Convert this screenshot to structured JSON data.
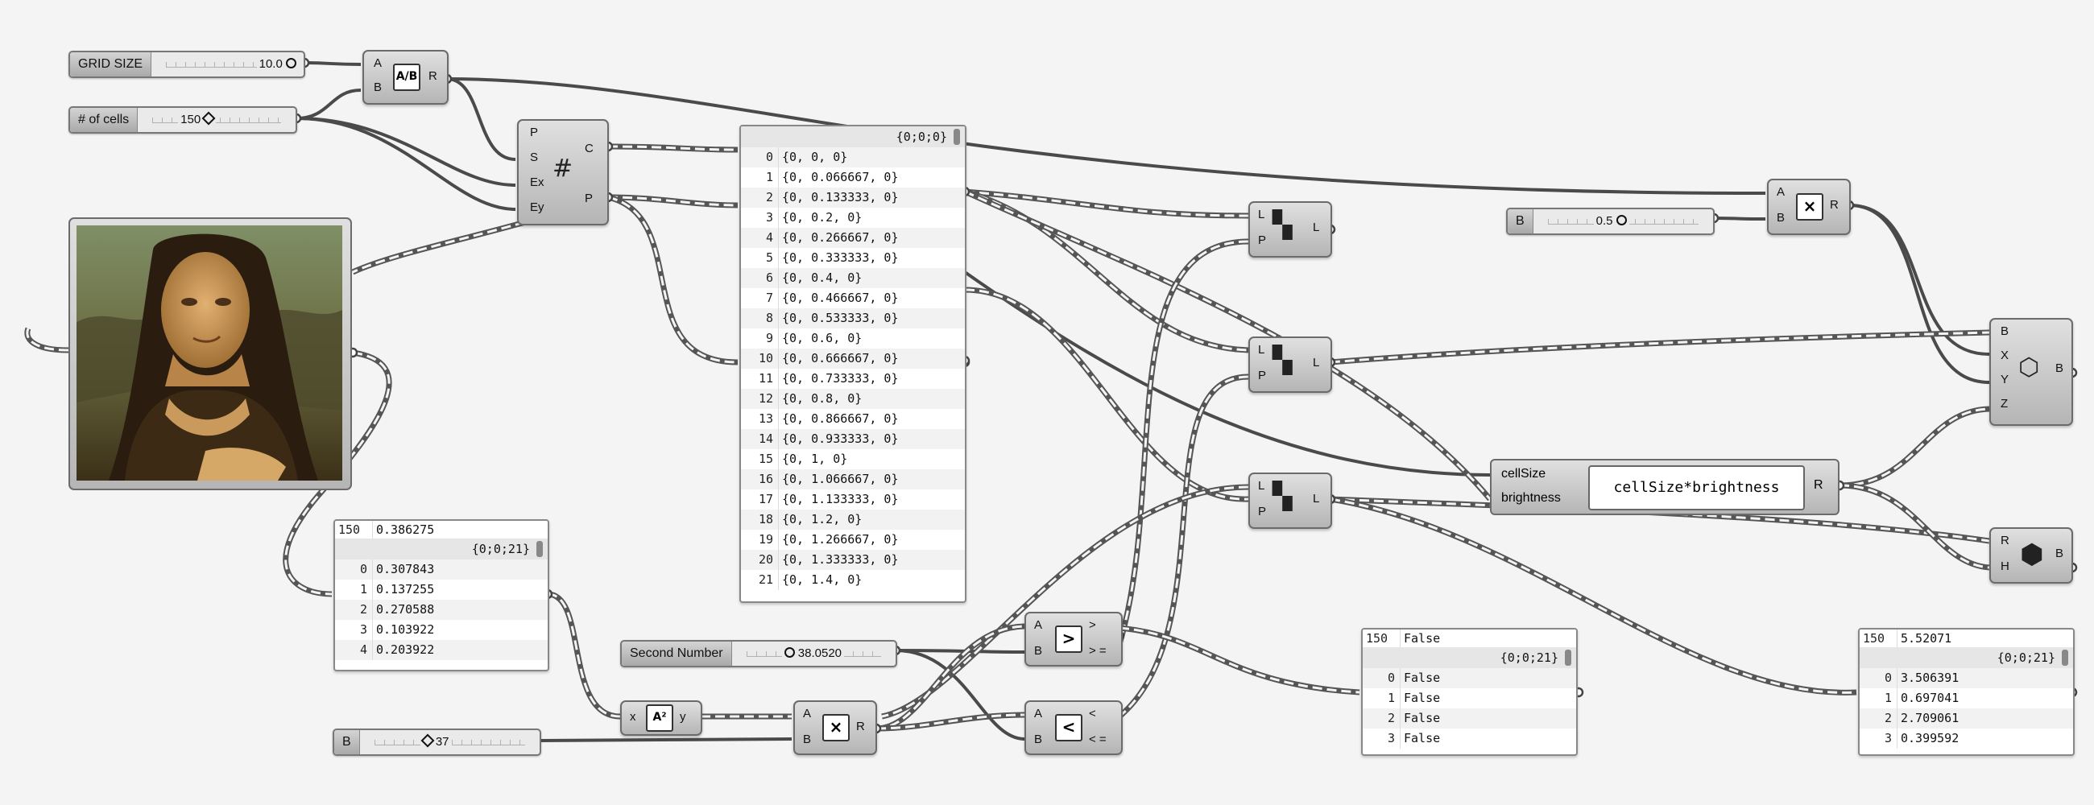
{
  "sliders": {
    "grid_size": {
      "label": "GRID SIZE",
      "value": "10.0"
    },
    "num_cells": {
      "label": "# of cells",
      "value": "150"
    },
    "b_half": {
      "label": "B",
      "value": "0.5"
    },
    "second_number": {
      "label": "Second Number",
      "value": "38.0520"
    },
    "b_37": {
      "label": "B",
      "value": "37"
    }
  },
  "components": {
    "division": {
      "in_a": "A",
      "in_b": "B",
      "out": "R",
      "icon": "A/B"
    },
    "square_grid": {
      "in_p": "P",
      "in_s": "S",
      "in_ex": "Ex",
      "in_ey": "Ey",
      "out_c": "C",
      "out_p": "P",
      "icon": "#"
    },
    "cull1": {
      "in_l": "L",
      "in_p": "P",
      "out": "L"
    },
    "cull2": {
      "in_l": "L",
      "in_p": "P",
      "out": "L"
    },
    "cull3": {
      "in_l": "L",
      "in_p": "P",
      "out": "L"
    },
    "multiply_top": {
      "in_a": "A",
      "in_b": "B",
      "out": "R",
      "icon": "×"
    },
    "multiply_bottom": {
      "in_a": "A",
      "in_b": "B",
      "out": "R",
      "icon": "×"
    },
    "box": {
      "in_b": "B",
      "in_x": "X",
      "in_y": "Y",
      "in_z": "Z",
      "out": "B"
    },
    "hexagon": {
      "in_r": "R",
      "in_h": "H",
      "out": "B"
    },
    "square_fn": {
      "in": "x",
      "out": "y",
      "icon": "A²"
    },
    "larger": {
      "in_a": "A",
      "in_b": "B",
      "out_gt": ">",
      "out_ge": "> =",
      "icon": ">"
    },
    "smaller": {
      "in_a": "A",
      "in_b": "B",
      "out_lt": "<",
      "out_le": "< =",
      "icon": "<"
    },
    "expression": {
      "in_1": "cellSize",
      "in_2": "brightness",
      "expr": "cellSize*brightness",
      "out": "R"
    }
  },
  "panel_points": {
    "path": "{0;0;0}",
    "rows": [
      {
        "i": "0",
        "v": "{0, 0, 0}"
      },
      {
        "i": "1",
        "v": "{0, 0.066667, 0}"
      },
      {
        "i": "2",
        "v": "{0, 0.133333, 0}"
      },
      {
        "i": "3",
        "v": "{0, 0.2, 0}"
      },
      {
        "i": "4",
        "v": "{0, 0.266667, 0}"
      },
      {
        "i": "5",
        "v": "{0, 0.333333, 0}"
      },
      {
        "i": "6",
        "v": "{0, 0.4, 0}"
      },
      {
        "i": "7",
        "v": "{0, 0.466667, 0}"
      },
      {
        "i": "8",
        "v": "{0, 0.533333, 0}"
      },
      {
        "i": "9",
        "v": "{0, 0.6, 0}"
      },
      {
        "i": "10",
        "v": "{0, 0.666667, 0}"
      },
      {
        "i": "11",
        "v": "{0, 0.733333, 0}"
      },
      {
        "i": "12",
        "v": "{0, 0.8, 0}"
      },
      {
        "i": "13",
        "v": "{0, 0.866667, 0}"
      },
      {
        "i": "14",
        "v": "{0, 0.933333, 0}"
      },
      {
        "i": "15",
        "v": "{0, 1, 0}"
      },
      {
        "i": "16",
        "v": "{0, 1.066667, 0}"
      },
      {
        "i": "17",
        "v": "{0, 1.133333, 0}"
      },
      {
        "i": "18",
        "v": "{0, 1.2, 0}"
      },
      {
        "i": "19",
        "v": "{0, 1.266667, 0}"
      },
      {
        "i": "20",
        "v": "{0, 1.333333, 0}"
      },
      {
        "i": "21",
        "v": "{0, 1.4, 0}"
      }
    ]
  },
  "panel_brightness": {
    "top_idx": "150",
    "top_val": "0.386275",
    "path": "{0;0;21}",
    "rows": [
      {
        "i": "0",
        "v": "0.307843"
      },
      {
        "i": "1",
        "v": "0.137255"
      },
      {
        "i": "2",
        "v": "0.270588"
      },
      {
        "i": "3",
        "v": "0.103922"
      },
      {
        "i": "4",
        "v": "0.203922"
      }
    ]
  },
  "panel_bool": {
    "top_idx": "150",
    "top_val": "False",
    "path": "{0;0;21}",
    "rows": [
      {
        "i": "0",
        "v": "False"
      },
      {
        "i": "1",
        "v": "False"
      },
      {
        "i": "2",
        "v": "False"
      },
      {
        "i": "3",
        "v": "False"
      }
    ]
  },
  "panel_values": {
    "top_idx": "150",
    "top_val": "5.52071",
    "path": "{0;0;21}",
    "rows": [
      {
        "i": "0",
        "v": "3.506391"
      },
      {
        "i": "1",
        "v": "0.697041"
      },
      {
        "i": "2",
        "v": "2.709061"
      },
      {
        "i": "3",
        "v": "0.399592"
      }
    ]
  }
}
